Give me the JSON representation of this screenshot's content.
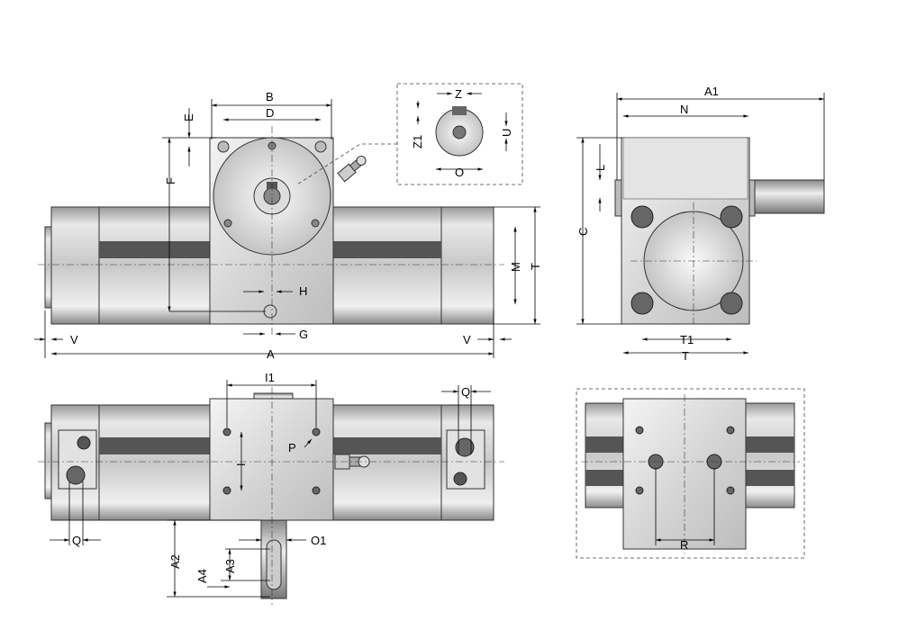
{
  "drawing": {
    "front_view": {
      "B": "B",
      "D": "D",
      "E": "E",
      "F": "F",
      "H": "H",
      "G": "G",
      "V_left": "V",
      "V_right": "V",
      "A": "A",
      "M": "M",
      "T": "T"
    },
    "detail_view": {
      "Z": "Z",
      "Z1": "Z1",
      "U": "U",
      "O": "O"
    },
    "side_view": {
      "A1": "A1",
      "N": "N",
      "L": "L",
      "C": "C",
      "T1": "T1",
      "T": "T"
    },
    "top_view": {
      "I1": "I1",
      "Q_right": "Q",
      "P": "P",
      "I": "I",
      "Q_left": "Q",
      "O1": "O1",
      "A2": "A2",
      "A3": "A3",
      "A4": "A4"
    },
    "mount_view": {
      "R": "R"
    }
  }
}
